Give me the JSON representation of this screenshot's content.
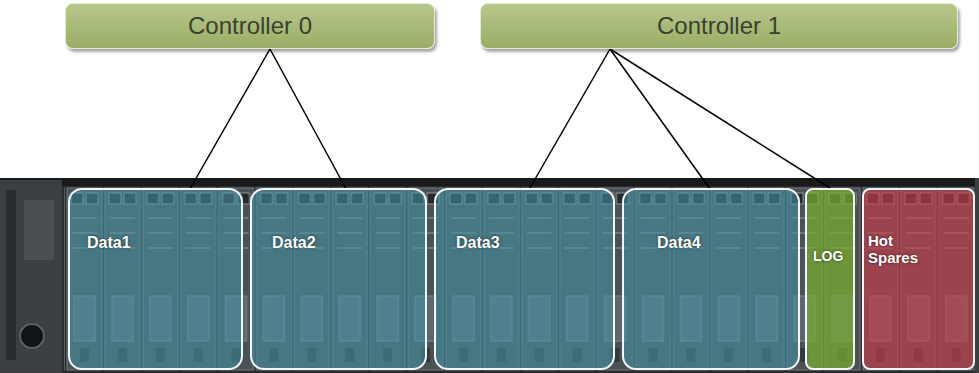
{
  "diagram": {
    "nodes": [
      {
        "text": [
          "Controller 0"
        ]
      },
      {
        "text": [
          "Controller 1"
        ]
      },
      {
        "text": [
          "Data1"
        ]
      },
      {
        "text": [
          "Data2"
        ]
      },
      {
        "text": [
          "Data3"
        ]
      },
      {
        "text": [
          "Data4"
        ]
      },
      {
        "text": [
          "LOG"
        ]
      },
      {
        "text": [
          "Hot Spares"
        ]
      }
    ],
    "edges": [
      {
        "from": 0,
        "to": 2,
        "arrow": "none"
      },
      {
        "from": 0,
        "to": 3,
        "arrow": "none"
      },
      {
        "from": 1,
        "to": 4,
        "arrow": "none"
      },
      {
        "from": 1,
        "to": 5,
        "arrow": "none"
      },
      {
        "from": 1,
        "to": 6,
        "arrow": "none"
      }
    ]
  }
}
